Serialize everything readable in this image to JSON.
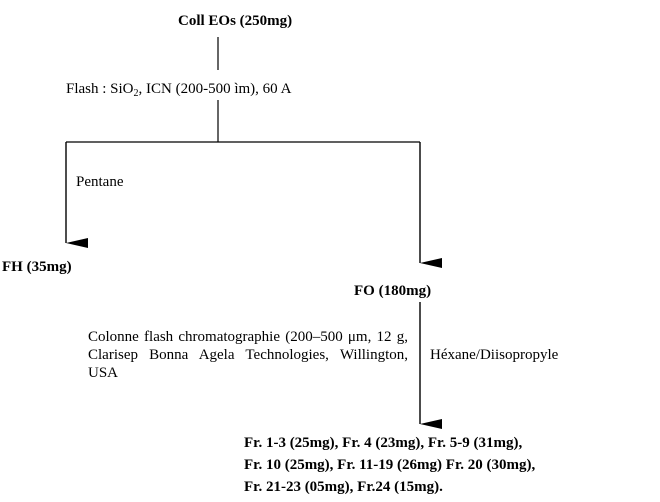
{
  "nodes": {
    "root": "Coll EOs (250mg)",
    "fh": "FH (35mg)",
    "fo": "FO (180mg)"
  },
  "step1": {
    "prefix": "Flash : SiO",
    "subscript": "2",
    "suffix": ", ICN (200-500 ìm), 60 A"
  },
  "branch": {
    "left_label": "Pentane",
    "right_label": "Héxane/Diisopropyle"
  },
  "column_note": "Colonne flash chromatographie (200–500 μm, 12 g, Clarisep Bonna Agela Technologies, Willington, USA",
  "fractions": [
    "Fr. 1-3 (25mg), Fr. 4 (23mg), Fr. 5-9 (31mg),",
    "Fr. 10 (25mg), Fr. 11-19 (26mg) Fr. 20 (30mg),",
    "Fr. 21-23 (05mg), Fr.24 (15mg)."
  ]
}
